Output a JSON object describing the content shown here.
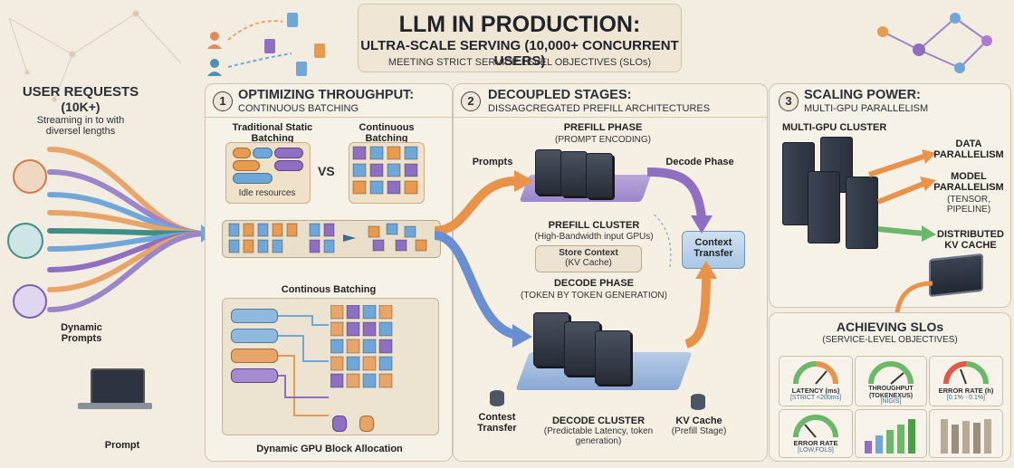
{
  "header": {
    "title": "LLM IN PRODUCTION:",
    "subtitle": "ULTRA-SCALE SERVING (10,000+ CONCURRENT USERS)",
    "tagline": "MEETING STRICT SERVICE LEVEL OBJECTIVES (SLOs)"
  },
  "user_requests": {
    "title": "USER REQUESTS",
    "count": "(10K+)",
    "desc": "Streaming in to with diversel lengths",
    "dynamic_prompts": "Dynamic Prompts",
    "prompt": "Prompt"
  },
  "section1": {
    "number": "1",
    "title": "OPTIMIZING THROUGHPUT:",
    "subtitle": "CONTINUOUS BATCHING",
    "traditional": "Traditional Static Batching",
    "continuous": "Continuous Batching",
    "vs": "VS",
    "idle": "Idle resources",
    "continuous_label": "Continous Batching",
    "dynamic_alloc": "Dynamic GPU Block Allocation"
  },
  "section2": {
    "number": "2",
    "title": "DECOUPLED STAGES:",
    "subtitle": "DISSAGCREGATED PREFILL ARCHITECTURES",
    "prefill_phase": "PREFILL PHASE",
    "prefill_phase_sub": "(PROMPT ENCODING)",
    "prompts": "Prompts",
    "decode_phase_arrow": "Decode Phase",
    "prefill_cluster": "PREFILL CLUSTER",
    "prefill_cluster_sub": "(High-Bandwidth input GPUs)",
    "store_context": "Store Context",
    "kv_cache_paren": "(KV Cache)",
    "context_transfer": "Context Transfer",
    "decode_phase": "DECODE PHASE",
    "decode_phase_sub": "(TOKEN BY TOKEN GENERATION)",
    "contest_transfer": "Contest Transfer",
    "decode_cluster": "DECODE CLUSTER",
    "decode_cluster_sub": "(Predictable Latency, token generation)",
    "kv_cache": "KV Cache",
    "kv_cache_sub": "(Prefill Stage)"
  },
  "section3": {
    "number": "3",
    "title": "SCALING POWER:",
    "subtitle": "MULTI-GPU PARALLELISM",
    "cluster": "MULTI-GPU CLUSTER",
    "data_par": "DATA PARALLELISM",
    "model_par": "MODEL PARALLELISM",
    "model_par_sub": "(TENSOR, PIPELINE)",
    "dist_kv": "DISTRIBUTED KV CACHE"
  },
  "slo": {
    "title": "ACHIEVING SLOs",
    "subtitle": "(SERVICE-LEVEL OBJECTIVES)",
    "gauges": [
      {
        "label": "LATENCY (ms)",
        "sub": "[STRICT <200ms]"
      },
      {
        "label": "THROUGHPUT (TOKENEXUS)",
        "sub": "[NIGIS]"
      },
      {
        "label": "ERROR RATE (h)",
        "sub": "[0.1% - 0.1%]"
      },
      {
        "label": "ERROR RATE",
        "sub": "[LOW,FOLS]"
      }
    ]
  },
  "colors": {
    "background": "#f3ece0",
    "panel": "#f7f2e8",
    "orange": "#e89a4f",
    "blue": "#6fa8d8",
    "purple": "#8e6fc1",
    "teal": "#3f8f86",
    "green": "#6bb86a"
  }
}
